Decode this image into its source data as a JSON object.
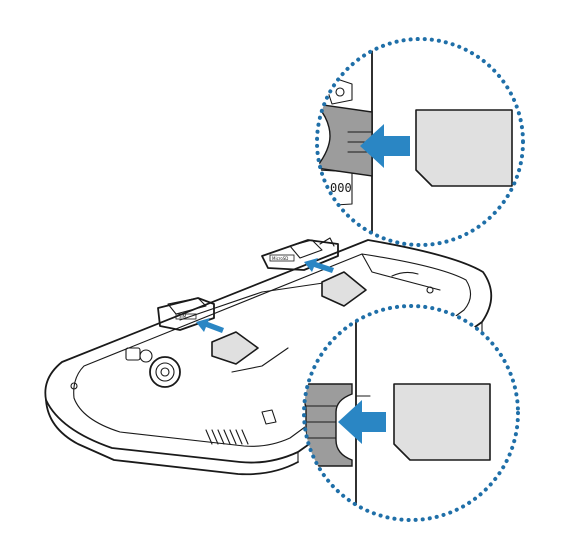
{
  "colors": {
    "arrow": "#2a86c4",
    "dotted_circle": "#1f6fa8",
    "card": "#e0e0e0",
    "tray": "#9c9c9c",
    "outline": "#1a1a1a"
  },
  "tray_labels": {
    "nano_sim": "SIM",
    "micro_sd": "MicroSD"
  },
  "zoom_label": "000"
}
